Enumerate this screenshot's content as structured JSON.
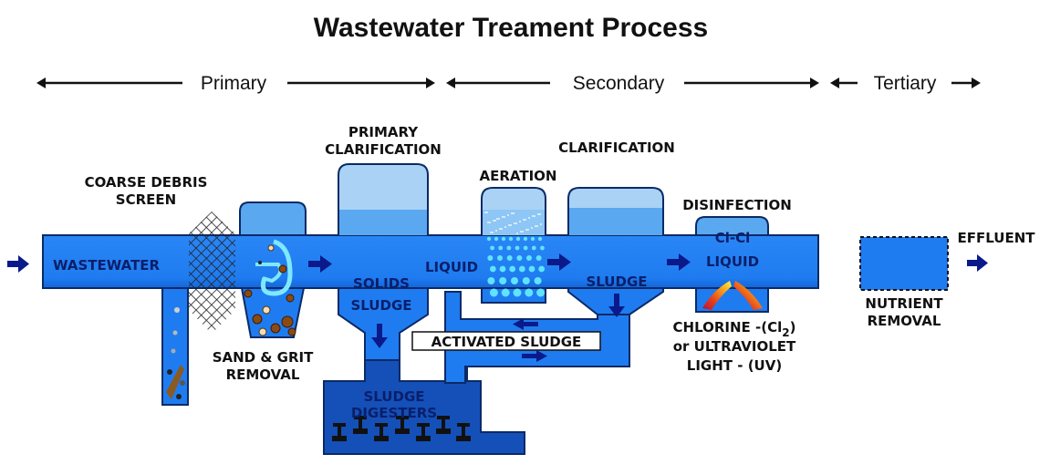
{
  "title": "Wastewater Treament Process",
  "phases": {
    "primary": "Primary",
    "secondary": "Secondary",
    "tertiary": "Tertiary"
  },
  "labels": {
    "coarse_debris_screen": [
      "COARSE DEBRIS",
      "SCREEN"
    ],
    "wastewater": "WASTEWATER",
    "sand_grit_removal": [
      "SAND & GRIT",
      "REMOVAL"
    ],
    "primary_clarification": [
      "PRIMARY",
      "CLARIFICATION"
    ],
    "solids_sludge": [
      "SOLIDS",
      "SLUDGE"
    ],
    "liquid": "LIQUID",
    "aeration": "AERATION",
    "clarification": "CLARIFICATION",
    "sludge": "SLUDGE",
    "activated_sludge": "ACTIVATED SLUDGE",
    "sludge_digesters": [
      "SLUDGE",
      "DIGESTERS"
    ],
    "disinfection": "DISINFECTION",
    "cl_cl": "Cl-Cl",
    "disinfection_liquid": "LIQUID",
    "chlorine": [
      "CHLORINE -(Cl",
      "2",
      ")"
    ],
    "ultraviolet": "or ULTRAVIOLET",
    "uv_light": "LIGHT - (UV)",
    "nutrient_removal": [
      "NUTRIENT",
      "REMOVAL"
    ],
    "effluent": "EFFLUENT"
  },
  "colors": {
    "pipe": "#1f7cf0",
    "pipe_dark": "#155fcf",
    "tank_light": "#a9d2f5",
    "tank_mid": "#5aa8f0",
    "digester": "#1450b8",
    "arrow": "#0a1a8a",
    "bubbles": "#5fe3ff"
  }
}
